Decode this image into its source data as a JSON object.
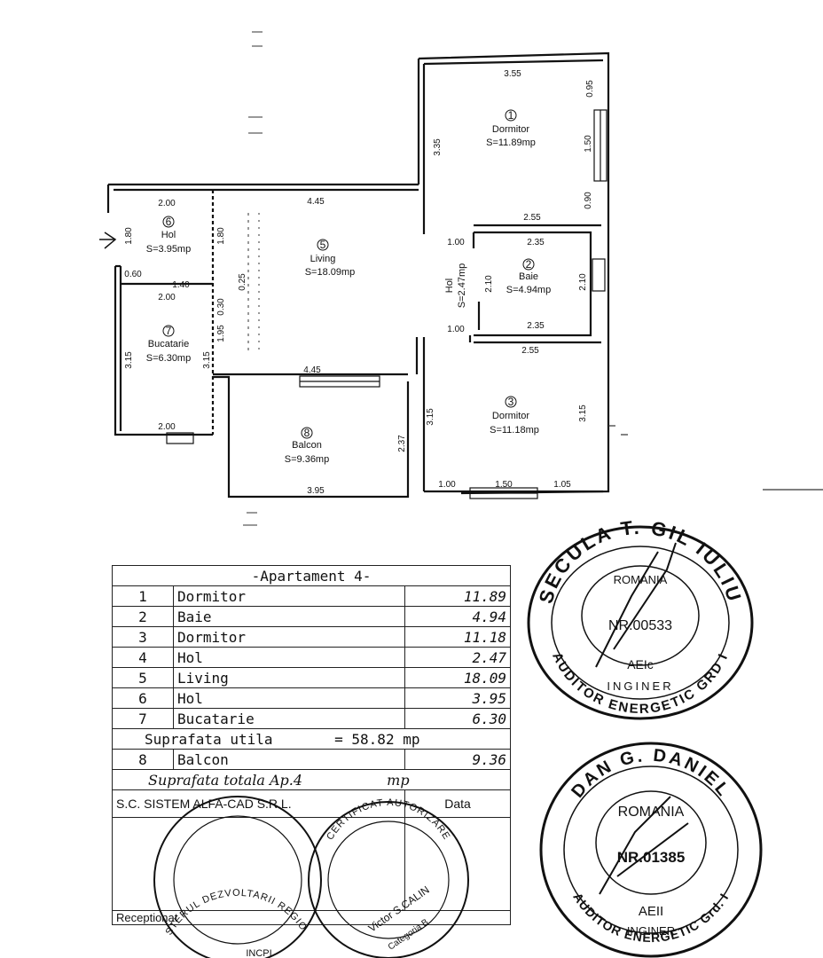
{
  "rooms": [
    {
      "num": "1",
      "name": "Dormitor",
      "area": "S=11.89mp"
    },
    {
      "num": "2",
      "name": "Baie",
      "area": "S=4.94mp"
    },
    {
      "num": "3",
      "name": "Dormitor",
      "area": "S=11.18mp"
    },
    {
      "num": "4",
      "name": "Hol",
      "area": "S=2.47mp"
    },
    {
      "num": "5",
      "name": "Living",
      "area": "S=18.09mp"
    },
    {
      "num": "6",
      "name": "Hol",
      "area": "S=3.95mp"
    },
    {
      "num": "7",
      "name": "Bucatarie",
      "area": "S=6.30mp"
    },
    {
      "num": "8",
      "name": "Balcon",
      "area": "S=9.36mp"
    }
  ],
  "dims": {
    "d355": "3.55",
    "d095": "0.95",
    "d335": "3.35",
    "d150a": "1.50",
    "d090": "0.90",
    "d200a": "2.00",
    "d445a": "4.45",
    "d180a": "1.80",
    "d180b": "1.80",
    "d060": "0.60",
    "d140": "1.40",
    "d200b": "2.00",
    "d025": "0.25",
    "d030": "0.30",
    "d195": "1.95",
    "d315a": "3.15",
    "d315b": "3.15",
    "d255a": "2.55",
    "d100a": "1.00",
    "d235a": "2.35",
    "d210a": "2.10",
    "d210b": "2.10",
    "d235b": "2.35",
    "d100b": "1.00",
    "d255b": "2.55",
    "d445b": "4.45",
    "d315c": "3.15",
    "d315d": "3.15",
    "d237": "2.37",
    "d200c": "2.00",
    "d395": "3.95",
    "d100c": "1.00",
    "d150b": "1.50",
    "d105": "1.05"
  },
  "table": {
    "title": "-Apartament 4-",
    "rows": [
      {
        "num": "1",
        "name": "Dormitor",
        "value": "11.89"
      },
      {
        "num": "2",
        "name": "Baie",
        "value": "4.94"
      },
      {
        "num": "3",
        "name": "Dormitor",
        "value": "11.18"
      },
      {
        "num": "4",
        "name": "Hol",
        "value": "2.47"
      },
      {
        "num": "5",
        "name": "Living",
        "value": "18.09"
      },
      {
        "num": "6",
        "name": "Hol",
        "value": "3.95"
      },
      {
        "num": "7",
        "name": "Bucatarie",
        "value": "6.30"
      }
    ],
    "usable_label": "Suprafata utila",
    "usable_value": "= 58.82  mp",
    "balcony": {
      "num": "8",
      "name": "Balcon",
      "value": "9.36"
    },
    "total_label": "Suprafata totala Ap.4",
    "total_unit": "mp",
    "company": "S.C. SISTEM ALFA-CAD S.R.L.",
    "date_label": "Data",
    "received_label": "Receptionat"
  },
  "stamps": {
    "s1": {
      "top": "SECULA T. GIL IULIU",
      "country": "ROMANIA",
      "nr": "NR.00533",
      "cls": "AEIc",
      "role": "INGINER",
      "bottom": "AUDITOR ENERGETIC GRD I"
    },
    "s2": {
      "top": "DAN G. DANIEL",
      "country": "ROMANIA",
      "nr": "NR.01385",
      "cls": "AEII",
      "role": "INGINER",
      "bottom": "AUDITOR ENERGETIC Grd. I"
    },
    "s3": {
      "ring": "MINISTERUL DEZVOLTARII REGIONALE",
      "center": "INCPI"
    },
    "s4": {
      "ring": "CERTIFICAT AUTORIZARE",
      "name": "Victor S.CALIN",
      "cat": "Categoria B"
    }
  }
}
